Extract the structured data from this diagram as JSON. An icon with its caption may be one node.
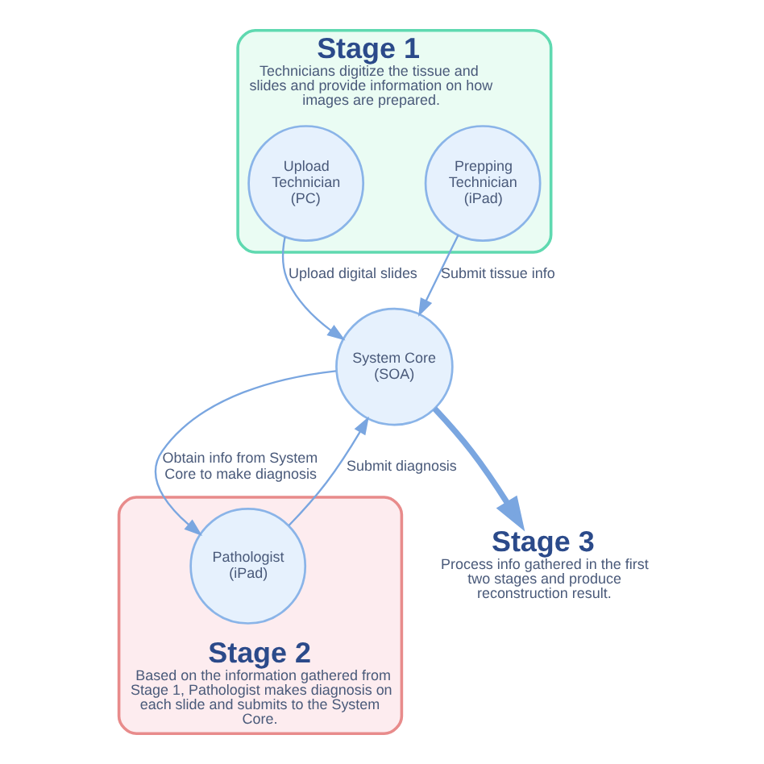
{
  "diagram": {
    "nodes": [
      {
        "text": [
          "Stage 1",
          "Technicians digitize the tissue and slides and provide information on how images are prepared."
        ]
      },
      {
        "text": [
          "Upload Technician (PC)"
        ],
        "in": 0
      },
      {
        "text": [
          "Prepping Technician (iPad)"
        ],
        "in": 0
      },
      {
        "text": [
          "System Core (SOA)"
        ]
      },
      {
        "text": [
          "Stage 2",
          "Based on the information gathered from Stage 1, Pathologist makes diagnosis on each slide and submits to the System Core."
        ]
      },
      {
        "text": [
          "Pathologist (iPad)"
        ],
        "in": 4
      },
      {
        "text": [
          "Stage 3",
          "Process info gathered in the first two stages and produce reconstruction result."
        ]
      }
    ],
    "edges": [
      {
        "from": 1,
        "to": 3,
        "arrow": "to",
        "label": "Upload digital slides"
      },
      {
        "from": 2,
        "to": 3,
        "arrow": "to",
        "label": "Submit tissue info"
      },
      {
        "from": 3,
        "to": 5,
        "arrow": "to",
        "label": "Obtain info from System Core to make diagnosis"
      },
      {
        "from": 5,
        "to": 3,
        "arrow": "to",
        "label": "Submit diagnosis"
      },
      {
        "from": 3,
        "to": 6,
        "arrow": "to",
        "style": "thick"
      }
    ]
  }
}
